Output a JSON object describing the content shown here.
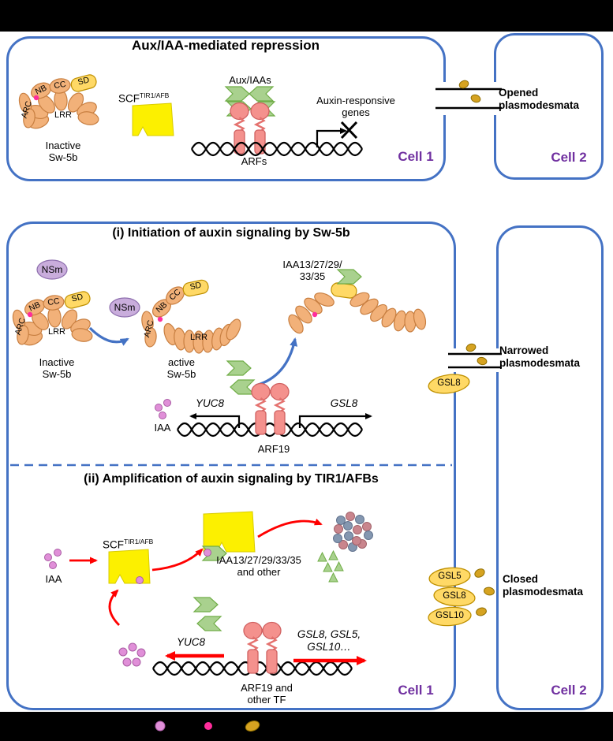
{
  "colors": {
    "cell_border_blue": "#4472C4",
    "cell_label_purple": "#7030A0",
    "protein_tan": "#F2B179",
    "domain_sd_yellow": "#FFD966",
    "scf_yellow": "#FCF000",
    "auxiaa_green": "#A9D18E",
    "arf_pink": "#F4918D",
    "nsm_purple": "#C9ADDC",
    "iaa_orchid": "#E08FD8",
    "marker_magenta": "#FF2D9B",
    "callose_orange": "#D6A321",
    "degradation_slate": "#8497B0",
    "degradation_rose": "#C9858D",
    "arrow_red": "#FF0000",
    "arrow_blue": "#4472C4"
  },
  "panel_repression": {
    "title": "Aux/IAA-mediated repression",
    "sw5b": {
      "arc": "ARC",
      "nb": "NB",
      "cc": "CC",
      "sd": "SD",
      "lrr": "LRR",
      "state": [
        "Inactive",
        "Sw-5b"
      ]
    },
    "scf": {
      "base": "SCF",
      "sup": "TIR1/AFB"
    },
    "auxiaa_label": "Aux/IAAs",
    "genes_label": [
      "Auxin-responsive",
      "genes"
    ],
    "arfs_label": "ARFs",
    "cell_label": "Cell 1"
  },
  "cell2_top": {
    "pd_state": [
      "Opened",
      "plasmodesmata"
    ],
    "cell_label": "Cell 2"
  },
  "section_initiation": {
    "title": "(i) Initiation of auxin signaling by Sw-5b",
    "nsm": "NSm",
    "inactive": {
      "arc": "ARC",
      "nb": "NB",
      "cc": "CC",
      "sd": "SD",
      "lrr": "LRR",
      "state": [
        "Inactive",
        "Sw-5b"
      ]
    },
    "active": {
      "arc": "ARC",
      "nb": "NB",
      "cc": "CC",
      "sd": "SD",
      "lrr": "LRR",
      "state": [
        "active",
        "Sw-5b"
      ]
    },
    "iaa_targets": [
      "IAA13/27/29/",
      "33/35"
    ],
    "gene_left": "YUC8",
    "gene_right": "GSL8",
    "iaa_label": "IAA",
    "arf_label": "ARF19"
  },
  "section_amplification": {
    "title": "(ii) Amplification of auxin signaling by TIR1/AFBs",
    "iaa_label": "IAA",
    "scf": {
      "base": "SCF",
      "sup": "TIR1/AFB"
    },
    "targets": [
      "IAA13/27/29/33/35",
      "and other"
    ],
    "gene_left": "YUC8",
    "genes_right": [
      "GSL8, GSL5,",
      "GSL10…"
    ],
    "arf_label": [
      "ARF19 and",
      "other TF"
    ],
    "cell_label": "Cell 1"
  },
  "cell2_bottom": {
    "pd_narrowed": [
      "Narrowed",
      "plasmodesmata"
    ],
    "gsl_narrowed": "GSL8",
    "pd_closed": [
      "Closed",
      "plasmodesmata"
    ],
    "gsl_closed": [
      "GSL5",
      "GSL8",
      "GSL10"
    ],
    "cell_label": "Cell 2"
  }
}
